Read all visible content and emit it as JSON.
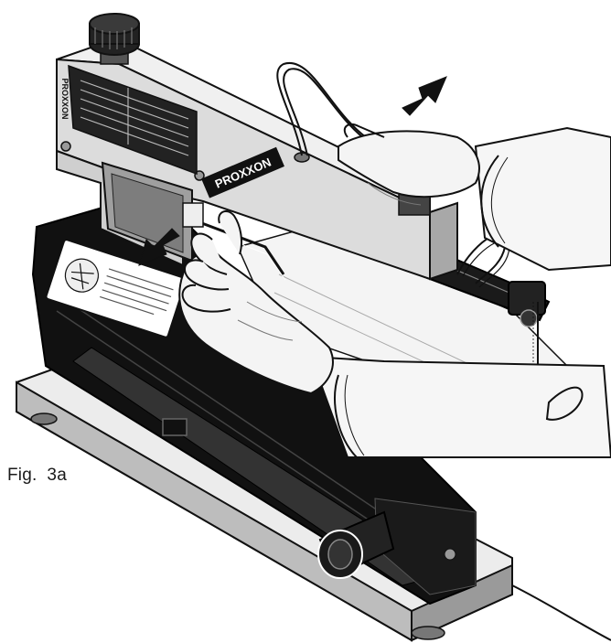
{
  "figure": {
    "caption": "Fig.  3a",
    "brand_label": "PROXXON",
    "side_brand_label": "PROXXON"
  },
  "colors": {
    "ink": "#111111",
    "light_gray": "#e6e6e6",
    "mid_gray": "#c8c8c8",
    "dark_gray": "#8a8a8a",
    "black": "#111111",
    "white": "#ffffff"
  },
  "icons": [
    "arrow-up-right-icon",
    "arrow-down-left-icon",
    "blade-warning-label-icon",
    "tension-knob-icon",
    "clamp-knob-icon"
  ]
}
